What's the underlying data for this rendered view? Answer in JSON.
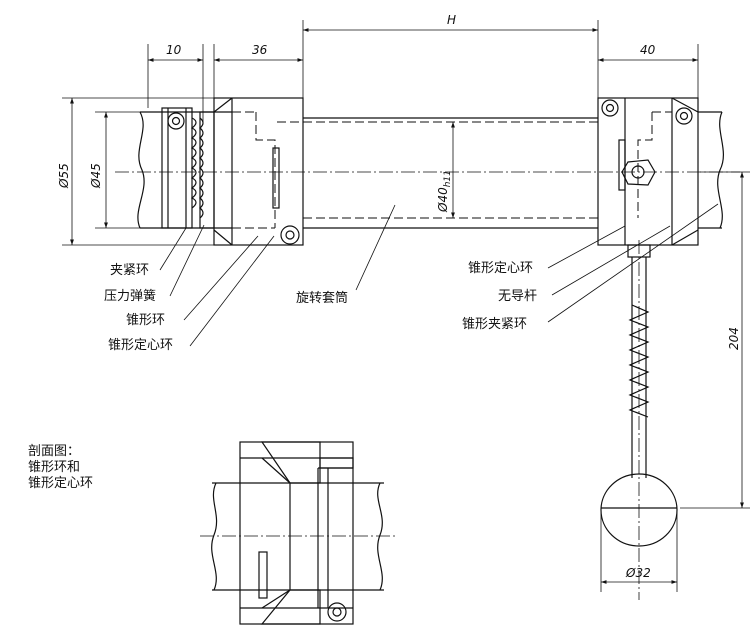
{
  "dimensions": {
    "d10": "10",
    "d36": "36",
    "dH": "H",
    "d40": "40",
    "d55": "Ø55",
    "d45": "Ø45",
    "d40h11": "Ø40",
    "d40h11_sub": "h11",
    "d204": "204",
    "d32": "Ø32"
  },
  "labels": {
    "clamp_ring": "夹紧环",
    "pressure_spring": "压力弹簧",
    "cone_ring": "锥形环",
    "cone_centering_ring_left": "锥形定心环",
    "rotating_sleeve": "旋转套筒",
    "cone_centering_ring_right": "锥形定心环",
    "guideless_rod": "无导杆",
    "cone_clamp_ring": "锥形夹紧环"
  },
  "section_note": {
    "line1": "剖面图：",
    "line2": "锥形环和",
    "line3": "锥形定心环"
  },
  "colors": {
    "line": "#111111",
    "background": "#ffffff"
  }
}
